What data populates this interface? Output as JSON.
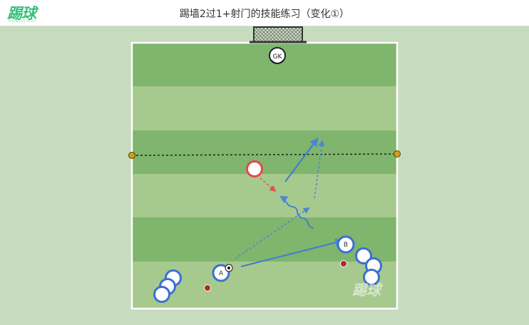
{
  "header": {
    "logo": "踢球",
    "logo_sub": "DONGQIUDI",
    "title": "踢墙2过1+射门的技能练习（变化①）"
  },
  "pitch": {
    "stripe_colors": [
      "#7fb56d",
      "#a6c98d"
    ],
    "border_color": "#ffffff",
    "background": "#c7dcbf"
  },
  "players": {
    "goalkeeper_label": "GK",
    "player_a_label": "A",
    "player_b_label": "B",
    "team_color": "#3b6fd6",
    "defender_color": "#e24a4a"
  },
  "watermark": "踢球",
  "colors": {
    "pass_arrow": "#4a86d8",
    "run_arrow": "#3f7bd3",
    "defender_arrow": "#e05050",
    "cone": "#b02a2a",
    "line_marker": "#d69a1c"
  }
}
